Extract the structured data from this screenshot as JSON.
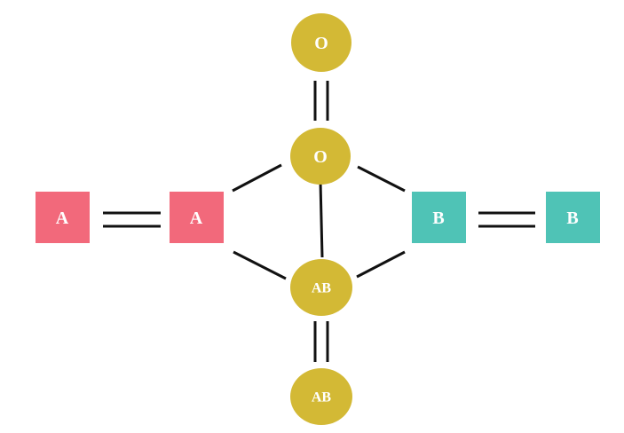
{
  "colors": {
    "A": "#f2697b",
    "B": "#4fc3b6",
    "O": "#d3b935",
    "AB": "#d3b935",
    "line": "#111111",
    "label": "#ffffff"
  },
  "nodes": {
    "o_outer": {
      "label": "O",
      "group": "O",
      "shape": "circle"
    },
    "o_inner": {
      "label": "O",
      "group": "O",
      "shape": "circle"
    },
    "a_outer": {
      "label": "A",
      "group": "A",
      "shape": "square"
    },
    "a_inner": {
      "label": "A",
      "group": "A",
      "shape": "square"
    },
    "b_inner": {
      "label": "B",
      "group": "B",
      "shape": "square"
    },
    "b_outer": {
      "label": "B",
      "group": "B",
      "shape": "square"
    },
    "ab_inner": {
      "label": "AB",
      "group": "AB",
      "shape": "circle"
    },
    "ab_outer": {
      "label": "AB",
      "group": "AB",
      "shape": "circle"
    }
  },
  "edges": [
    {
      "from": "o_outer",
      "to": "o_inner",
      "style": "double"
    },
    {
      "from": "a_outer",
      "to": "a_inner",
      "style": "double"
    },
    {
      "from": "b_inner",
      "to": "b_outer",
      "style": "double"
    },
    {
      "from": "ab_inner",
      "to": "ab_outer",
      "style": "double"
    },
    {
      "from": "a_inner",
      "to": "o_inner",
      "style": "single"
    },
    {
      "from": "o_inner",
      "to": "b_inner",
      "style": "single"
    },
    {
      "from": "a_inner",
      "to": "ab_inner",
      "style": "single"
    },
    {
      "from": "ab_inner",
      "to": "b_inner",
      "style": "single"
    },
    {
      "from": "o_inner",
      "to": "ab_inner",
      "style": "single"
    }
  ]
}
